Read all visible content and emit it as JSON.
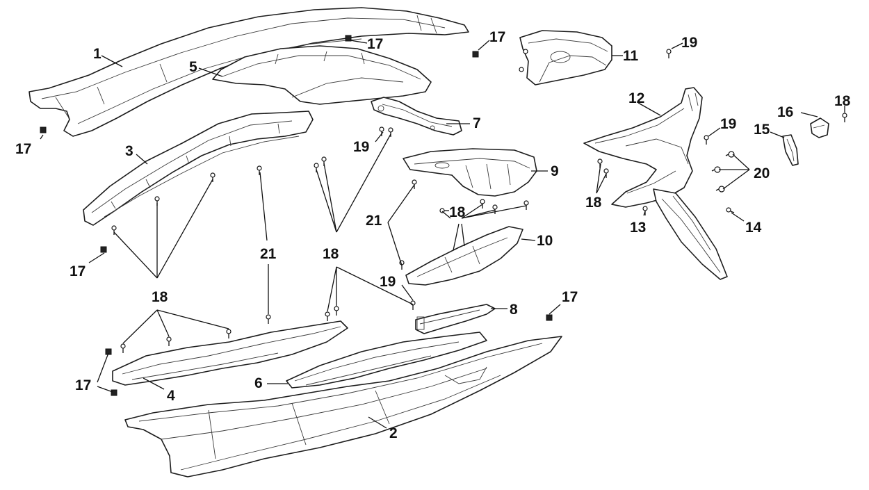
{
  "diagram": {
    "title": "",
    "line_color": "#1c1c1c",
    "background": "#ffffff",
    "callouts": [
      {
        "id": "c1",
        "label": "1"
      },
      {
        "id": "c2",
        "label": "2"
      },
      {
        "id": "c3",
        "label": "3"
      },
      {
        "id": "c4",
        "label": "4"
      },
      {
        "id": "c5",
        "label": "5"
      },
      {
        "id": "c6",
        "label": "6"
      },
      {
        "id": "c7",
        "label": "7"
      },
      {
        "id": "c8",
        "label": "8"
      },
      {
        "id": "c9",
        "label": "9"
      },
      {
        "id": "c10",
        "label": "10"
      },
      {
        "id": "c11",
        "label": "11"
      },
      {
        "id": "c12",
        "label": "12"
      },
      {
        "id": "c13",
        "label": "13"
      },
      {
        "id": "c14",
        "label": "14"
      },
      {
        "id": "c15",
        "label": "15"
      },
      {
        "id": "c16",
        "label": "16"
      },
      {
        "id": "c17a",
        "label": "17"
      },
      {
        "id": "c17b",
        "label": "17"
      },
      {
        "id": "c17c",
        "label": "17"
      },
      {
        "id": "c17d",
        "label": "17"
      },
      {
        "id": "c17e",
        "label": "17"
      },
      {
        "id": "c17f",
        "label": "17"
      },
      {
        "id": "c18a",
        "label": "18"
      },
      {
        "id": "c18b",
        "label": "18"
      },
      {
        "id": "c18c",
        "label": "18"
      },
      {
        "id": "c18d",
        "label": "18"
      },
      {
        "id": "c18e",
        "label": "18"
      },
      {
        "id": "c19a",
        "label": "19"
      },
      {
        "id": "c19b",
        "label": "19"
      },
      {
        "id": "c19c",
        "label": "19"
      },
      {
        "id": "c19d",
        "label": "19"
      },
      {
        "id": "c20",
        "label": "20"
      },
      {
        "id": "c21a",
        "label": "21"
      },
      {
        "id": "c21b",
        "label": "21"
      }
    ]
  }
}
